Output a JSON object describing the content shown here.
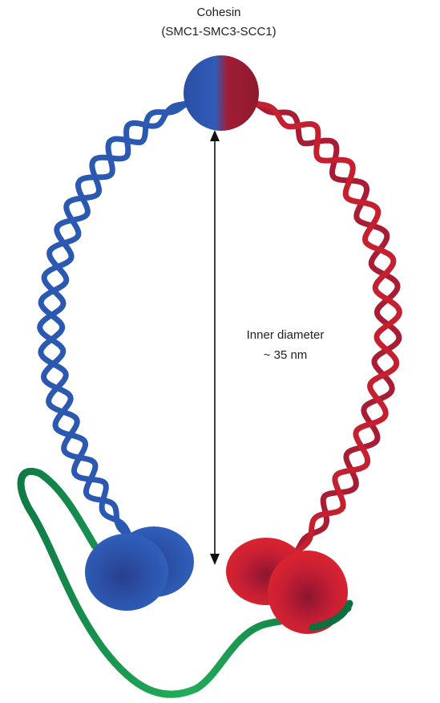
{
  "title": {
    "line1": "Cohesin",
    "line2": "(SMC1-SMC3-SCC1)"
  },
  "measurement": {
    "line1": "Inner diameter",
    "line2": "~ 35 nm"
  },
  "colors": {
    "smc1_blue": "#2a55a8",
    "smc3_red": "#b01e32",
    "scc1_green": "#1f9a55",
    "arrow": "#111111"
  }
}
